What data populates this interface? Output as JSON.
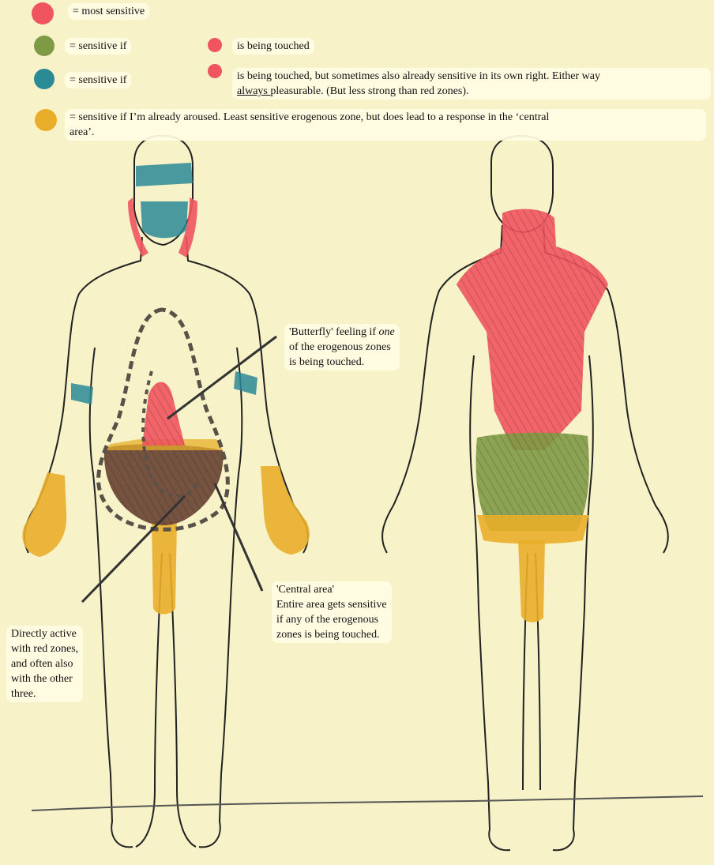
{
  "legend": {
    "red_label": "= most sensitive",
    "green_label": "= sensitive if",
    "blue_label": "= sensitive if",
    "green_condition": "is being touched",
    "blue_condition": "is being touched, but sometimes also already sensitive in its own right. Either way",
    "blue_condition_underlined": "always ",
    "blue_condition_end": "pleasurable. (But less strong than red zones).",
    "yellow_label": "= sensitive if I’m already aroused. Least sensitive erogenous zone, but does lead to a response in the ‘central",
    "yellow_label_end": "area’."
  },
  "annotations": {
    "butterfly_start": "'Butterfly' feeling if ",
    "butterfly_italic": "one",
    "butterfly_line2": "of the erogenous zones",
    "butterfly_line3": "is being touched.",
    "central_title": "'Central area'",
    "central_line1": "Entire area gets sensitive",
    "central_line2": "if any of the erogenous",
    "central_line3": "zones is being touched.",
    "direct_line1": "Directly active",
    "direct_line2": "with red zones,",
    "direct_line3": "and often also",
    "direct_line4": "with the other",
    "direct_line5": "three."
  },
  "colors": {
    "red": "#f0545e",
    "green": "#7e9a45",
    "blue": "#2a8a96",
    "yellow": "#e8ae2a",
    "brown": "#6f4a3a",
    "dashed": "#5a5148",
    "background": "#f7f2c8",
    "outline": "#222222"
  }
}
